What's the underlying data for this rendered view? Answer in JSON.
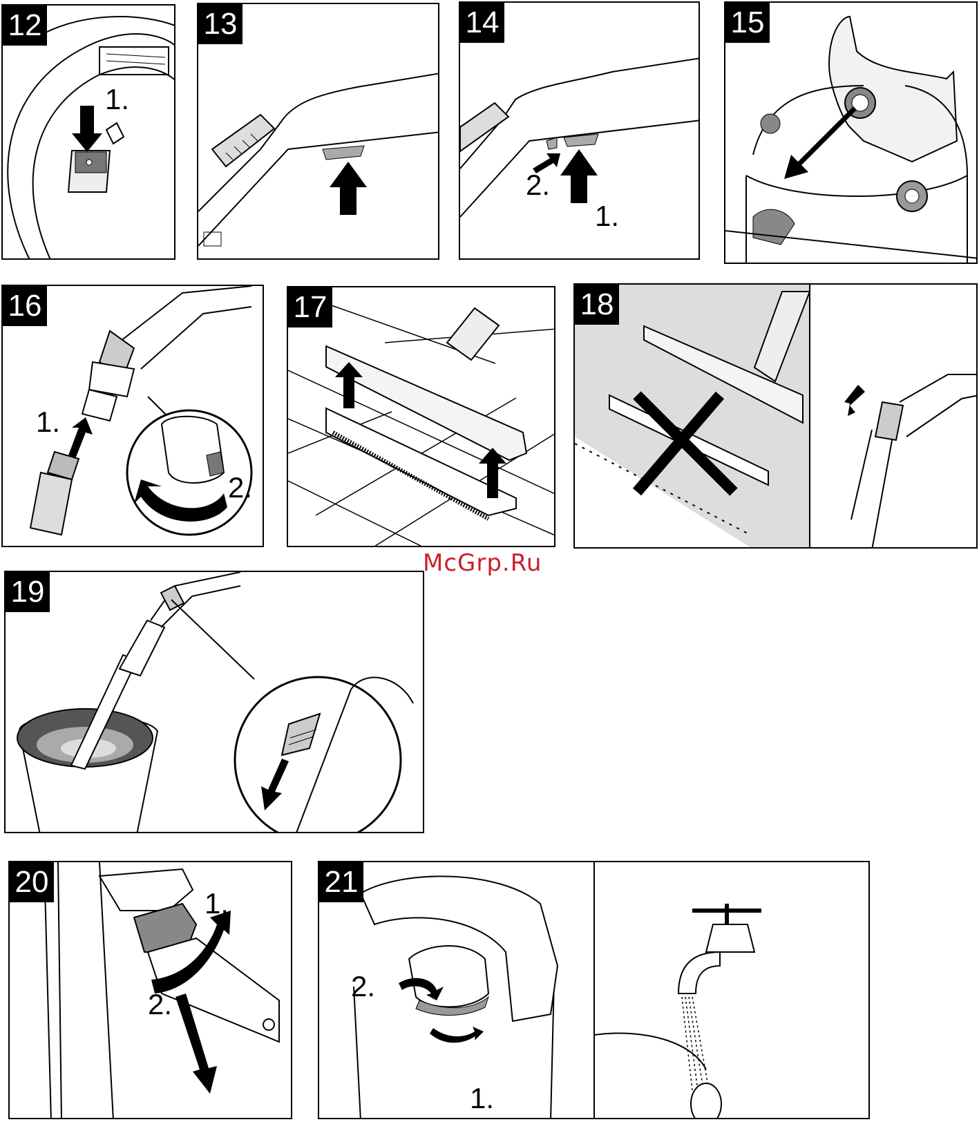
{
  "watermark": "McGrp.Ru",
  "panels": {
    "p12": {
      "number": "12",
      "steps": [
        "1."
      ]
    },
    "p13": {
      "number": "13"
    },
    "p14": {
      "number": "14",
      "steps": [
        "2.",
        "1."
      ]
    },
    "p15": {
      "number": "15"
    },
    "p16": {
      "number": "16",
      "steps": [
        "1.",
        "2."
      ]
    },
    "p17": {
      "number": "17"
    },
    "p18": {
      "number": "18"
    },
    "p19": {
      "number": "19"
    },
    "p20": {
      "number": "20",
      "steps": [
        "1.",
        "2."
      ]
    },
    "p21": {
      "number": "21",
      "steps": [
        "2.",
        "1."
      ]
    }
  }
}
